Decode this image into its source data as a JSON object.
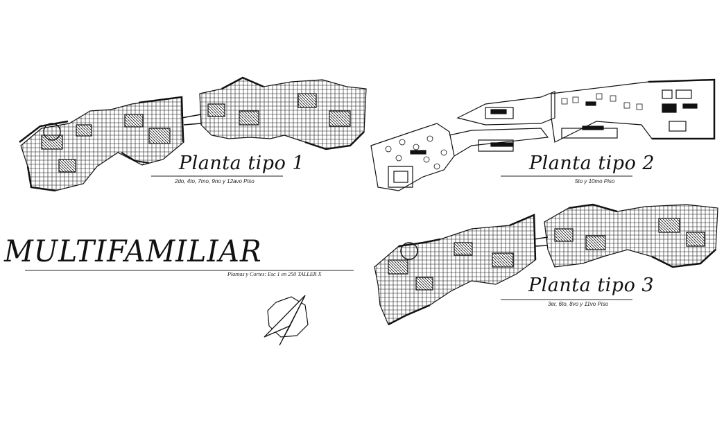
{
  "drawing": {
    "main_title": "MULTIFAMILIAR",
    "main_subtitle": "Plantas y Cortes: Esc 1 en 250   TALLER X",
    "plans": [
      {
        "title": "Planta tipo 1",
        "subtitle": "2do, 4to, 7mo, 9no y 12avo Piso"
      },
      {
        "title": "Planta tipo 2",
        "subtitle": "5to y 10mo Piso"
      },
      {
        "title": "Planta tipo 3",
        "subtitle": "3er, 6to, 8vo y 11vo Piso"
      }
    ],
    "north_arrow_icon": "north-arrow-icon",
    "line_color": "#111111",
    "background": "#ffffff"
  }
}
